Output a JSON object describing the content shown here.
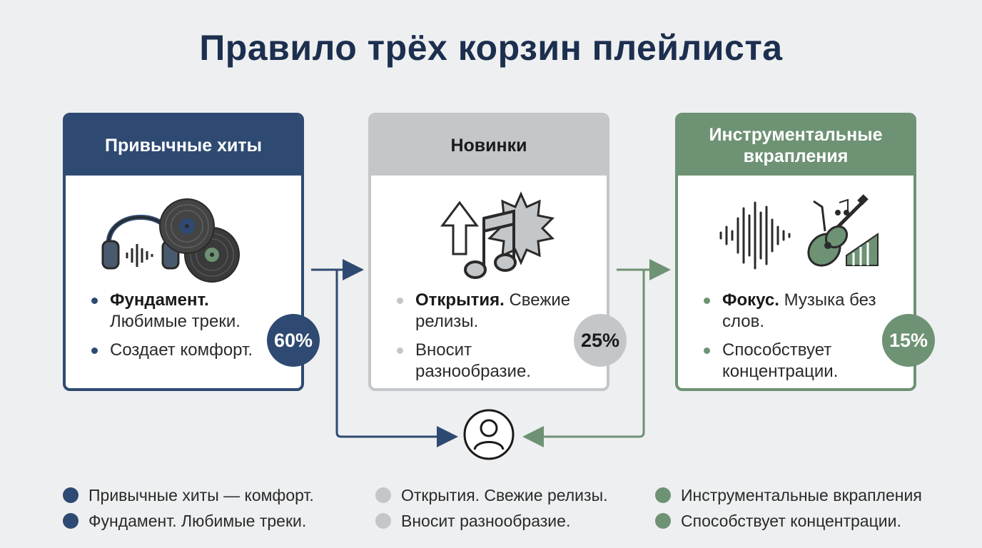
{
  "title": "Правило трёх корзин плейлиста",
  "colors": {
    "blue": "#2e4a72",
    "gray": "#c4c7ca",
    "green": "#6e9274",
    "dark": "#2a2a2a"
  },
  "cards": [
    {
      "heading": "Привычные хиты",
      "percent": "60%",
      "bullets": [
        {
          "bold": "Фундамент.",
          "text": " Любимые треки."
        },
        {
          "bold": "",
          "text": "Создает комфорт."
        }
      ]
    },
    {
      "heading": "Новинки",
      "percent": "25%",
      "bullets": [
        {
          "bold": "Открытия.",
          "text": " Свежие релизы."
        },
        {
          "bold": "",
          "text": "Вносит разнообразие."
        }
      ]
    },
    {
      "heading": "Инструментальные вкрапления",
      "percent": "15%",
      "bullets": [
        {
          "bold": "Фокус.",
          "text": " Музыка без слов."
        },
        {
          "bold": "",
          "text": "Способствует концентрации."
        }
      ]
    }
  ],
  "icons": {
    "card1": [
      "headphones-icon",
      "vinyl-records-icon"
    ],
    "card2": [
      "arrow-up-icon",
      "music-note-icon",
      "starburst-icon"
    ],
    "card3": [
      "sound-wave-icon",
      "guitar-icon",
      "saxophone-icon",
      "piano-icon"
    ],
    "center": "user-icon"
  },
  "legend": [
    [
      "Привычные хиты — комфорт.",
      "Фундамент. Любимые треки."
    ],
    [
      "Открытия. Свежие релизы.",
      "Вносит разнообразие."
    ],
    [
      "Инструментальные вкрапления",
      "Способствует концентрации."
    ]
  ]
}
